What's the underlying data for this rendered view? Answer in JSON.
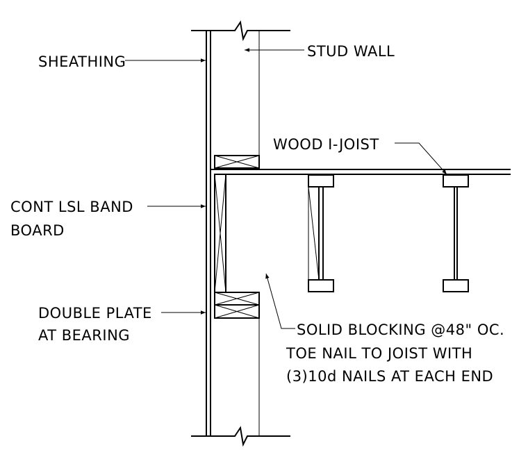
{
  "labels": {
    "sheathing": "SHEATHING",
    "stud_wall": "STUD WALL",
    "wood_i_joist": "WOOD I-JOIST",
    "band_board_1": "CONT LSL BAND",
    "band_board_2": "BOARD",
    "double_plate_1": "DOUBLE PLATE",
    "double_plate_2": "AT BEARING",
    "blocking_1": "SOLID BLOCKING @48\" OC.",
    "blocking_2": "TOE NAIL TO JOIST WITH",
    "blocking_3": "(3)10d NAILS AT EACH END"
  }
}
